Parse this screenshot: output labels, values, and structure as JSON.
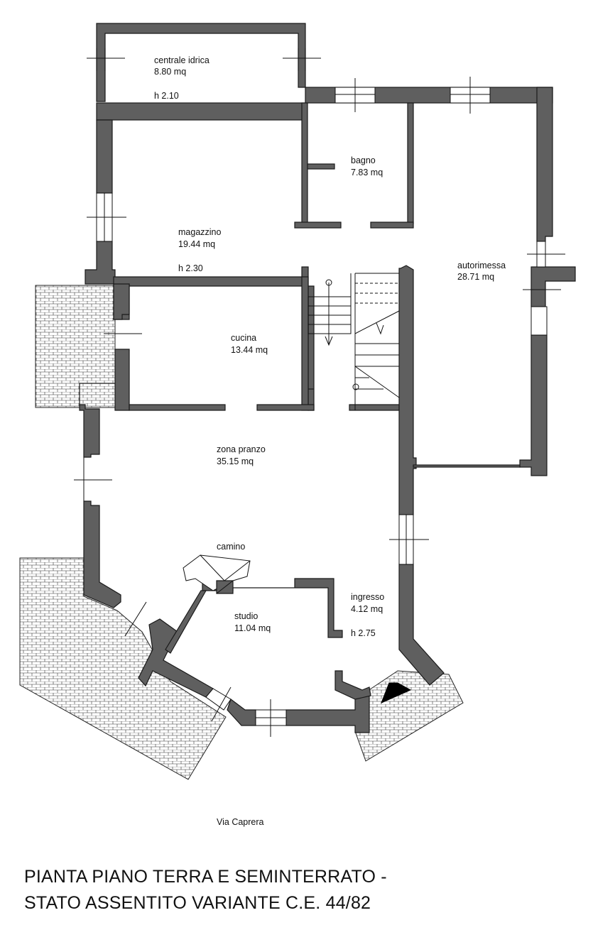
{
  "rooms": {
    "centrale_idrica": {
      "name": "centrale idrica",
      "area": "8.80 mq",
      "height": "h 2.10"
    },
    "bagno": {
      "name": "bagno",
      "area": "7.83 mq"
    },
    "magazzino": {
      "name": "magazzino",
      "area": "19.44 mq",
      "height": "h 2.30"
    },
    "autorimessa": {
      "name": "autorimessa",
      "area": "28.71 mq"
    },
    "cucina": {
      "name": "cucina",
      "area": "13.44 mq"
    },
    "zona_pranzo": {
      "name": "zona pranzo",
      "area": "35.15 mq"
    },
    "camino": {
      "name": "camino"
    },
    "ingresso": {
      "name": "ingresso",
      "area": "4.12 mq",
      "height": "h 2.75"
    },
    "studio": {
      "name": "studio",
      "area": "11.04 mq"
    }
  },
  "street": "Via Caprera",
  "title": {
    "line1": "PIANTA PIANO TERRA E SEMINTERRATO -",
    "line2": "STATO ASSENTITO VARIANTE C.E. 44/82"
  },
  "colors": {
    "wall": "#5f5f5f",
    "outline": "#111111",
    "background": "#ffffff"
  }
}
